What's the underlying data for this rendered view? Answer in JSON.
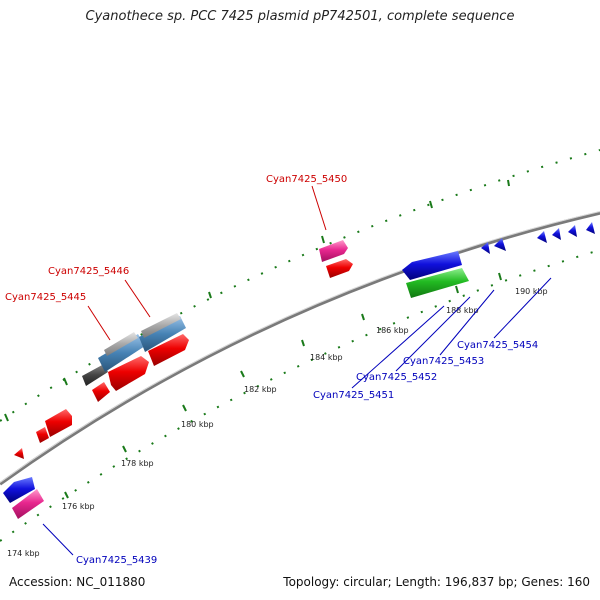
{
  "header": {
    "title": "Cyanothece sp. PCC 7425 plasmid pP742501, complete sequence"
  },
  "footer": {
    "accession": "Accession: NC_011880",
    "summary": "Topology: circular; Length: 196,837 bp; Genes: 160"
  },
  "ticks": {
    "labels": [
      "174 kbp",
      "176 kbp",
      "178 kbp",
      "180 kbp",
      "182 kbp",
      "184 kbp",
      "186 kbp",
      "188 kbp",
      "190 kbp"
    ]
  },
  "genes": {
    "forward_labels": [
      "Cyan7425_5445",
      "Cyan7425_5446",
      "Cyan7425_5450"
    ],
    "reverse_labels": [
      "Cyan7425_5439",
      "Cyan7425_5451",
      "Cyan7425_5452",
      "Cyan7425_5453",
      "Cyan7425_5454"
    ]
  },
  "colors": {
    "forward_label": "#cc0000",
    "reverse_label": "#0000bb",
    "backbone": "#777777",
    "tick": "#1a7a1a",
    "red_feature": "#ee0000",
    "pink_feature": "#e8278f",
    "blue_feature": "#1111dd",
    "green_feature": "#22bb22",
    "gray_feature": "#a9a9a9",
    "steel_feature": "#4682b4",
    "dark_feature": "#444444"
  }
}
